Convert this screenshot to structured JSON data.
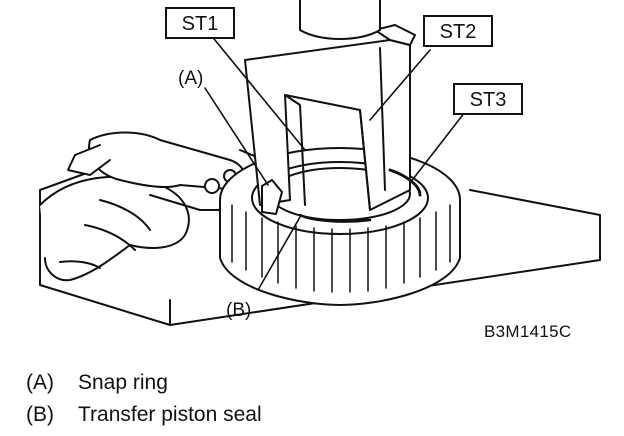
{
  "labels": {
    "st1": "ST1",
    "st2": "ST2",
    "st3": "ST3",
    "a": "(A)",
    "b": "(B)"
  },
  "figure_code": "B3M1415C",
  "legend": [
    {
      "key": "(A)",
      "text": "Snap ring"
    },
    {
      "key": "(B)",
      "text": "Transfer piston seal"
    }
  ]
}
